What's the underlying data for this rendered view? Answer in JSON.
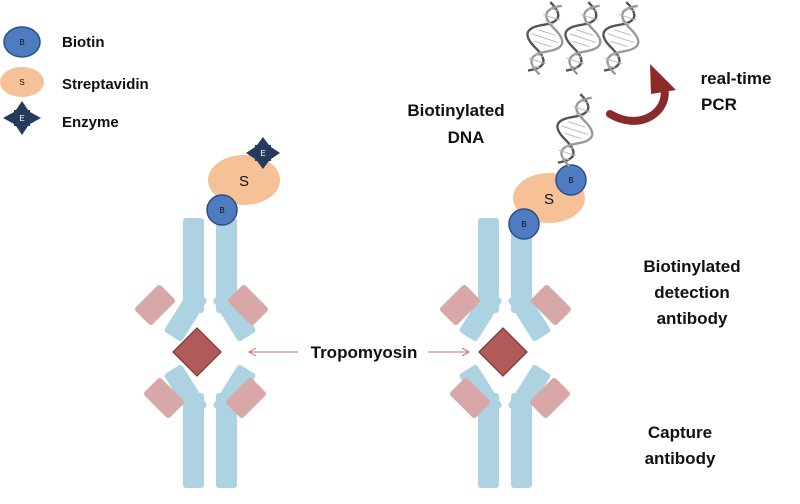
{
  "legend": {
    "biotin": {
      "symbol": "B",
      "label": "Biotin"
    },
    "streptavidin": {
      "symbol": "S",
      "label": "Streptavidin"
    },
    "enzyme": {
      "symbol": "E",
      "label": "Enzyme"
    }
  },
  "labels": {
    "biotinylated_dna_line1": "Biotinylated",
    "biotinylated_dna_line2": "DNA",
    "realtime_pcr_line1": "real-time",
    "realtime_pcr_line2": "PCR",
    "detection_antibody_line1": "Biotinylated",
    "detection_antibody_line2": "detection",
    "detection_antibody_line3": "antibody",
    "capture_antibody_line1": "Capture",
    "capture_antibody_line2": "antibody",
    "antigen": "Tropomyosin"
  },
  "colors": {
    "antibody_heavy": "#add3e3",
    "antibody_light": "#d8a8a8",
    "antigen": "#b05a5a",
    "biotin": "#4f7cc0",
    "streptavidin": "#f6c196",
    "enzyme": "#243b5c",
    "pcr_arrow": "#8b2a2a",
    "pointer_arrow": "#c87070"
  }
}
